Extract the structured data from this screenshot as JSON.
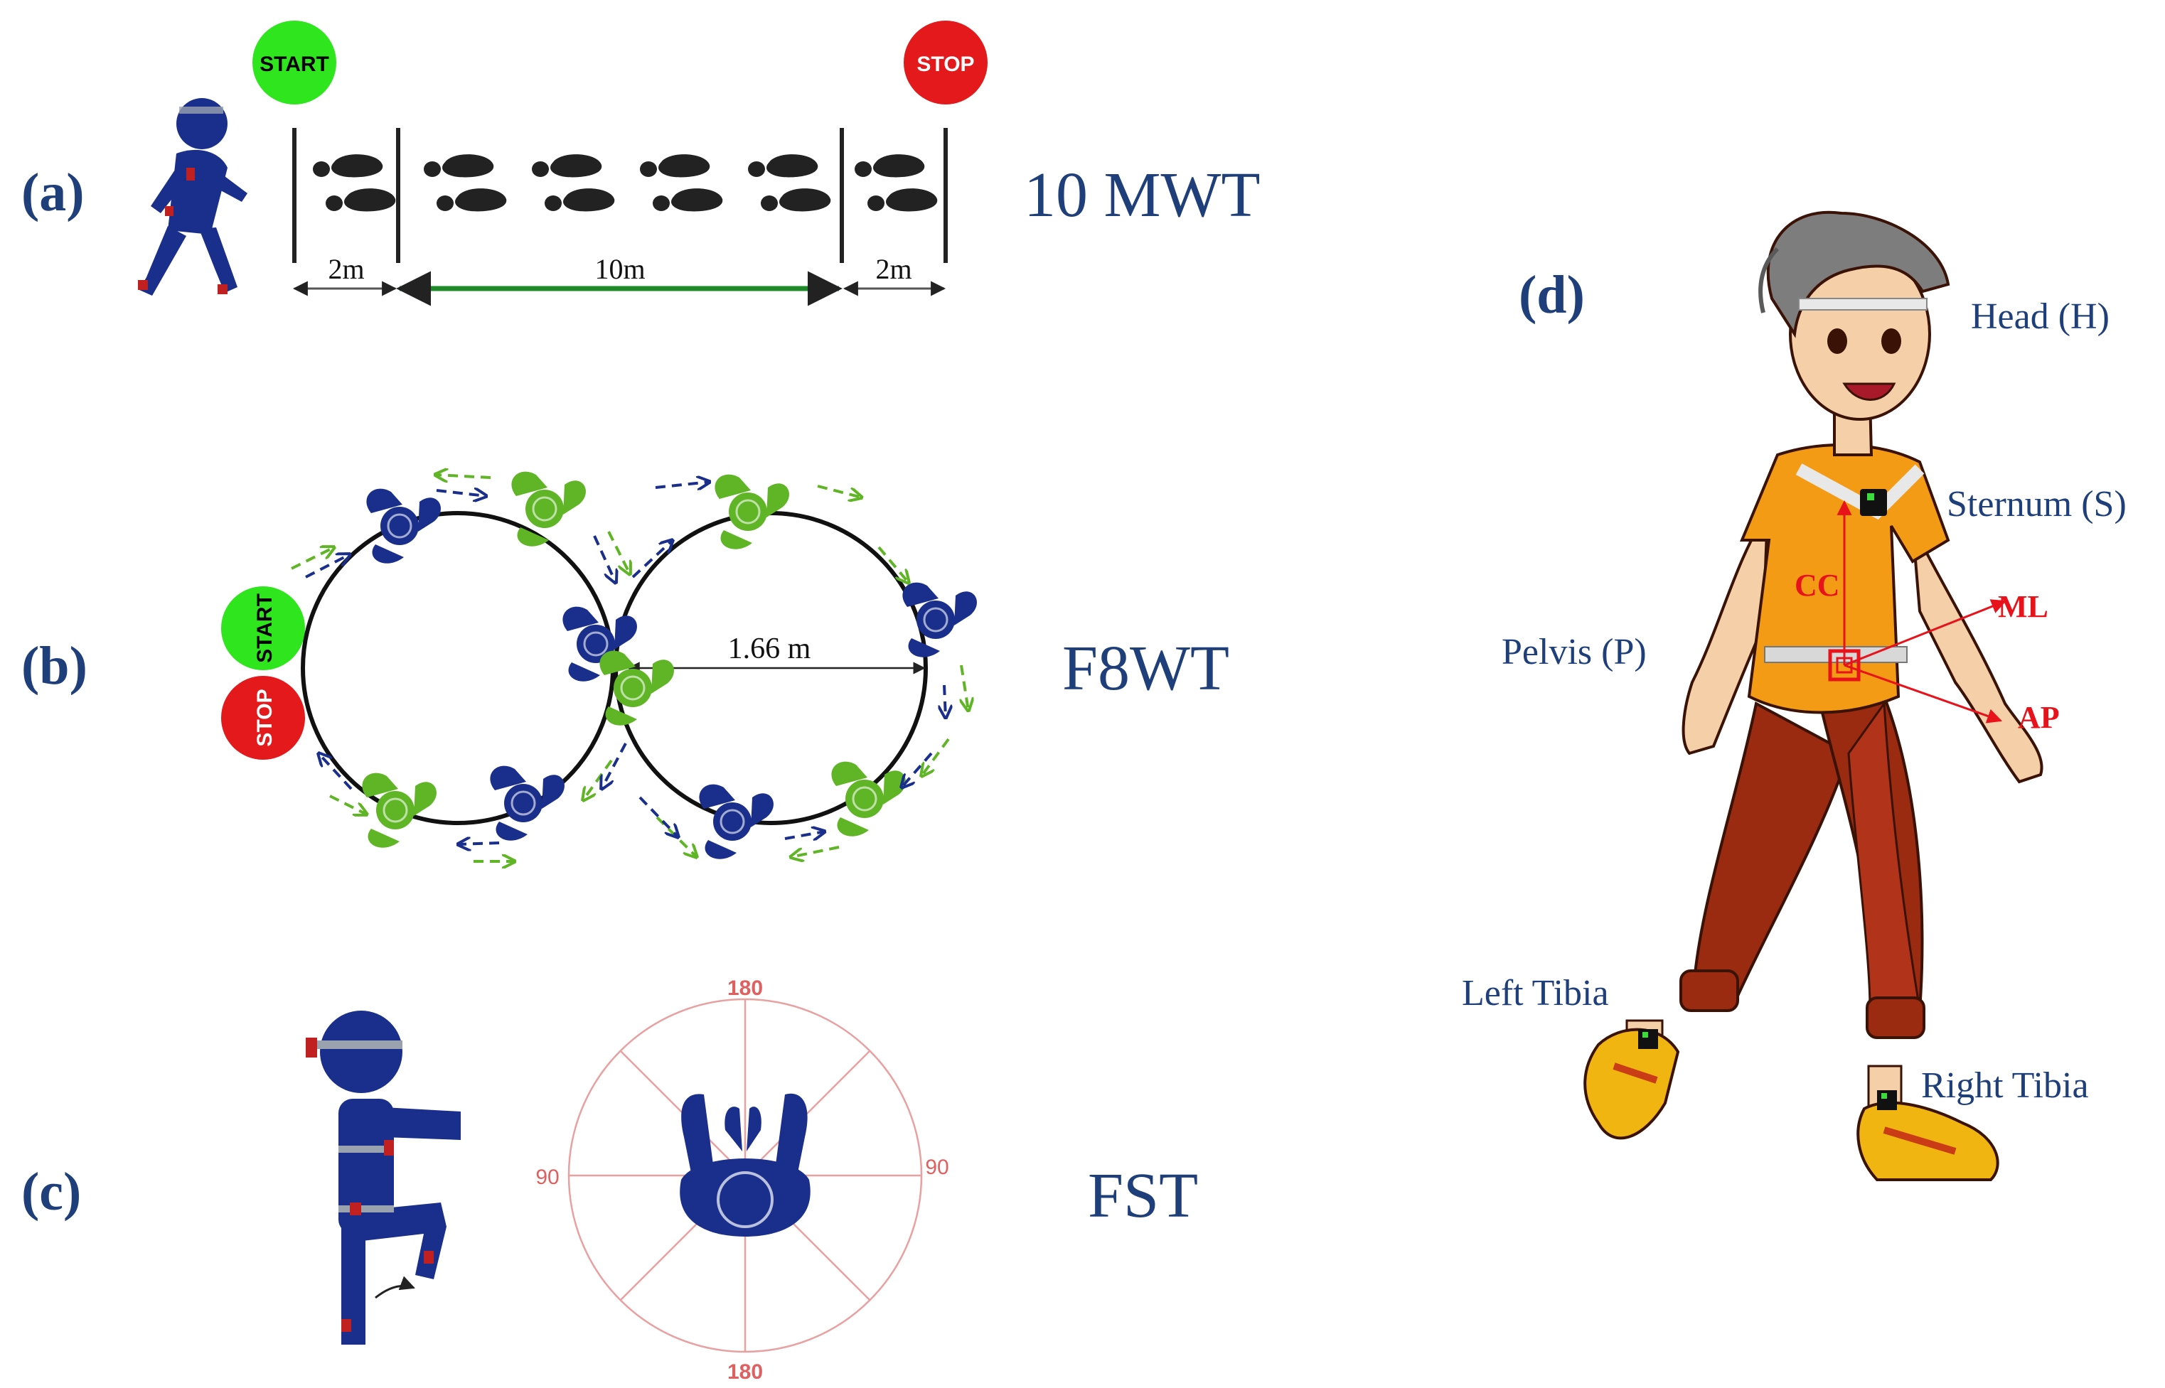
{
  "panels": {
    "a": {
      "letter": "(a)",
      "title": "10 MWT",
      "start_label": "START",
      "stop_label": "STOP",
      "distances": [
        "2m",
        "10m",
        "2m"
      ]
    },
    "b": {
      "letter": "(b)",
      "title": "F8WT",
      "start_label": "START",
      "stop_label": "STOP",
      "diameter_label": "1.66 m"
    },
    "c": {
      "letter": "(c)",
      "title": "FST",
      "angles": {
        "top": "180",
        "bottom": "180",
        "left": "90",
        "right": "90"
      }
    },
    "d": {
      "letter": "(d)",
      "sensors": {
        "head": "Head (H)",
        "sternum": "Sternum (S)",
        "pelvis": "Pelvis (P)",
        "left_tibia": "Left Tibia",
        "right_tibia": "Right Tibia"
      },
      "axes": {
        "cc": "CC",
        "ml": "ML",
        "ap": "AP"
      }
    }
  },
  "colors": {
    "label_blue": "#1f3f7a",
    "figure_blue": "#1a2f8c",
    "green_walker": "#5fb526",
    "start_green": "#2ee51e",
    "stop_red": "#e3191b",
    "axis_red": "#e8121b",
    "compass_pink": "#e8a0a0",
    "shirt_orange": "#f39b14",
    "pants_rust": "#9a2a10"
  }
}
